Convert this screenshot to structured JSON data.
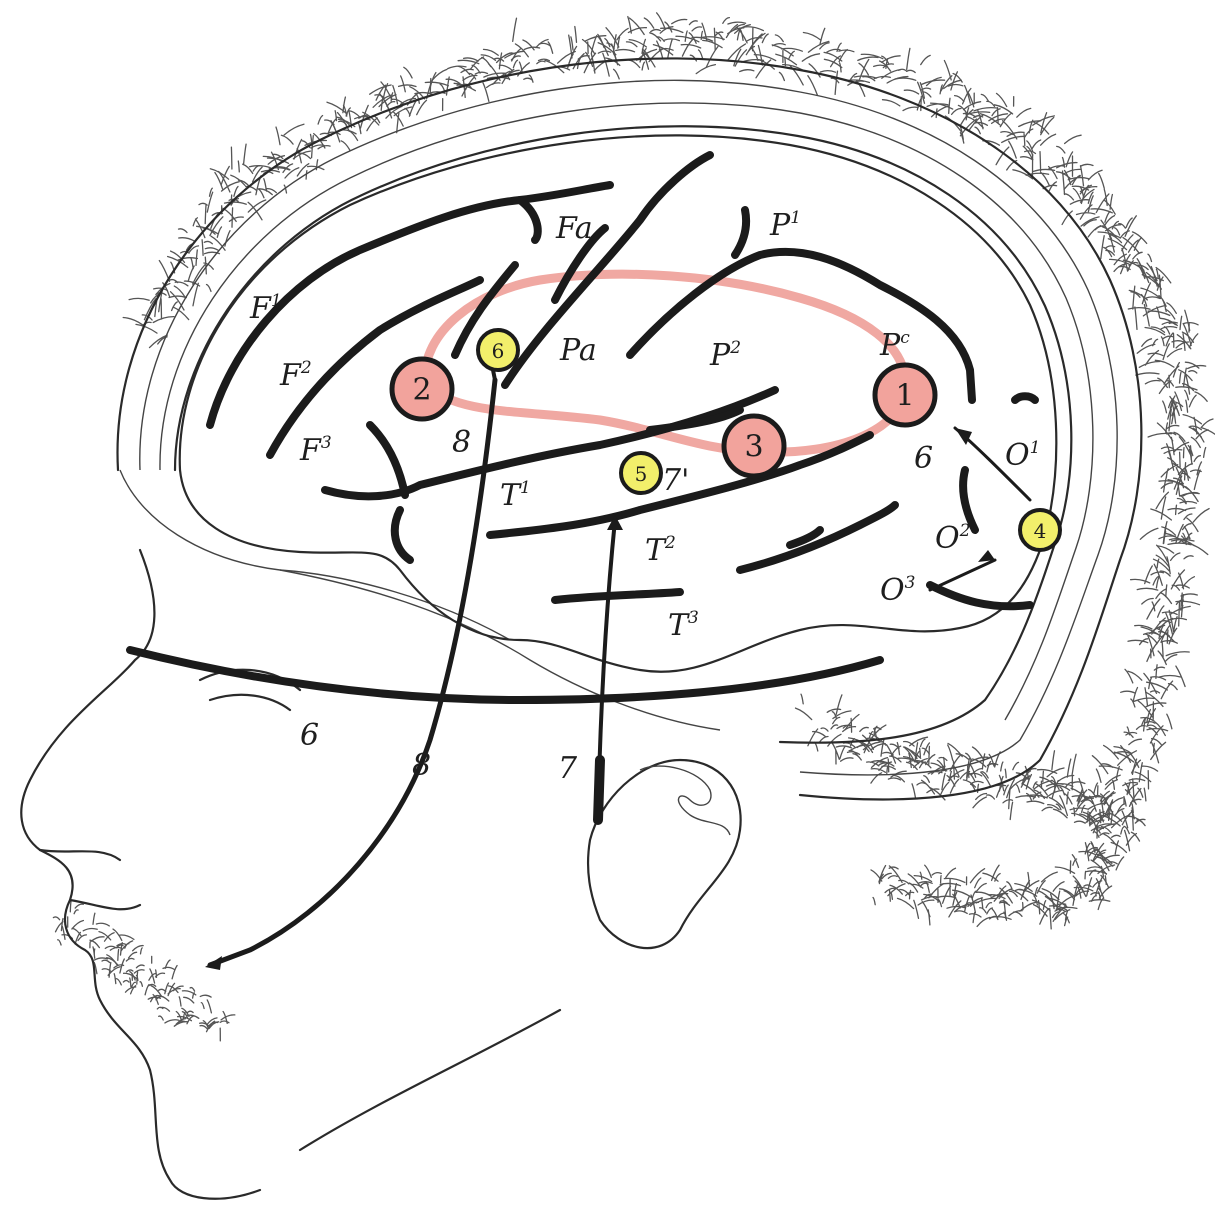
{
  "figure": {
    "labels": {
      "Fa": "Fa",
      "F1": "F",
      "F1_sup": "1",
      "F2": "F",
      "F2_sup": "2",
      "F3": "F",
      "F3_sup": "3",
      "P1": "P",
      "P1_sup": "1",
      "Pa": "Pa",
      "P2": "P",
      "P2_sup": "2",
      "Pc": "P",
      "Pc_sup": "c",
      "T1": "T",
      "T1_sup": "1",
      "T2": "T",
      "T2_sup": "2",
      "T3": "T",
      "T3_sup": "3",
      "O1": "O",
      "O1_sup": "1",
      "O2": "O",
      "O2_sup": "2",
      "O3": "O",
      "O3_sup": "3"
    },
    "nerve_numbers": {
      "n6_face": "6",
      "n8_face": "8",
      "n7_ear": "7",
      "n8_brain": "8",
      "n7p_brain": "7'",
      "n6_brain": "6"
    },
    "centers": [
      {
        "label": "1",
        "color": "#f2a39c"
      },
      {
        "label": "2",
        "color": "#f2a39c"
      },
      {
        "label": "3",
        "color": "#f2a39c"
      },
      {
        "label": "4",
        "color": "#f2ef6b"
      },
      {
        "label": "5",
        "color": "#f2ef6b"
      },
      {
        "label": "6",
        "color": "#f2ef6b"
      }
    ],
    "connection_color": "#f0a8a2",
    "ink_color": "#1b1b1b"
  }
}
